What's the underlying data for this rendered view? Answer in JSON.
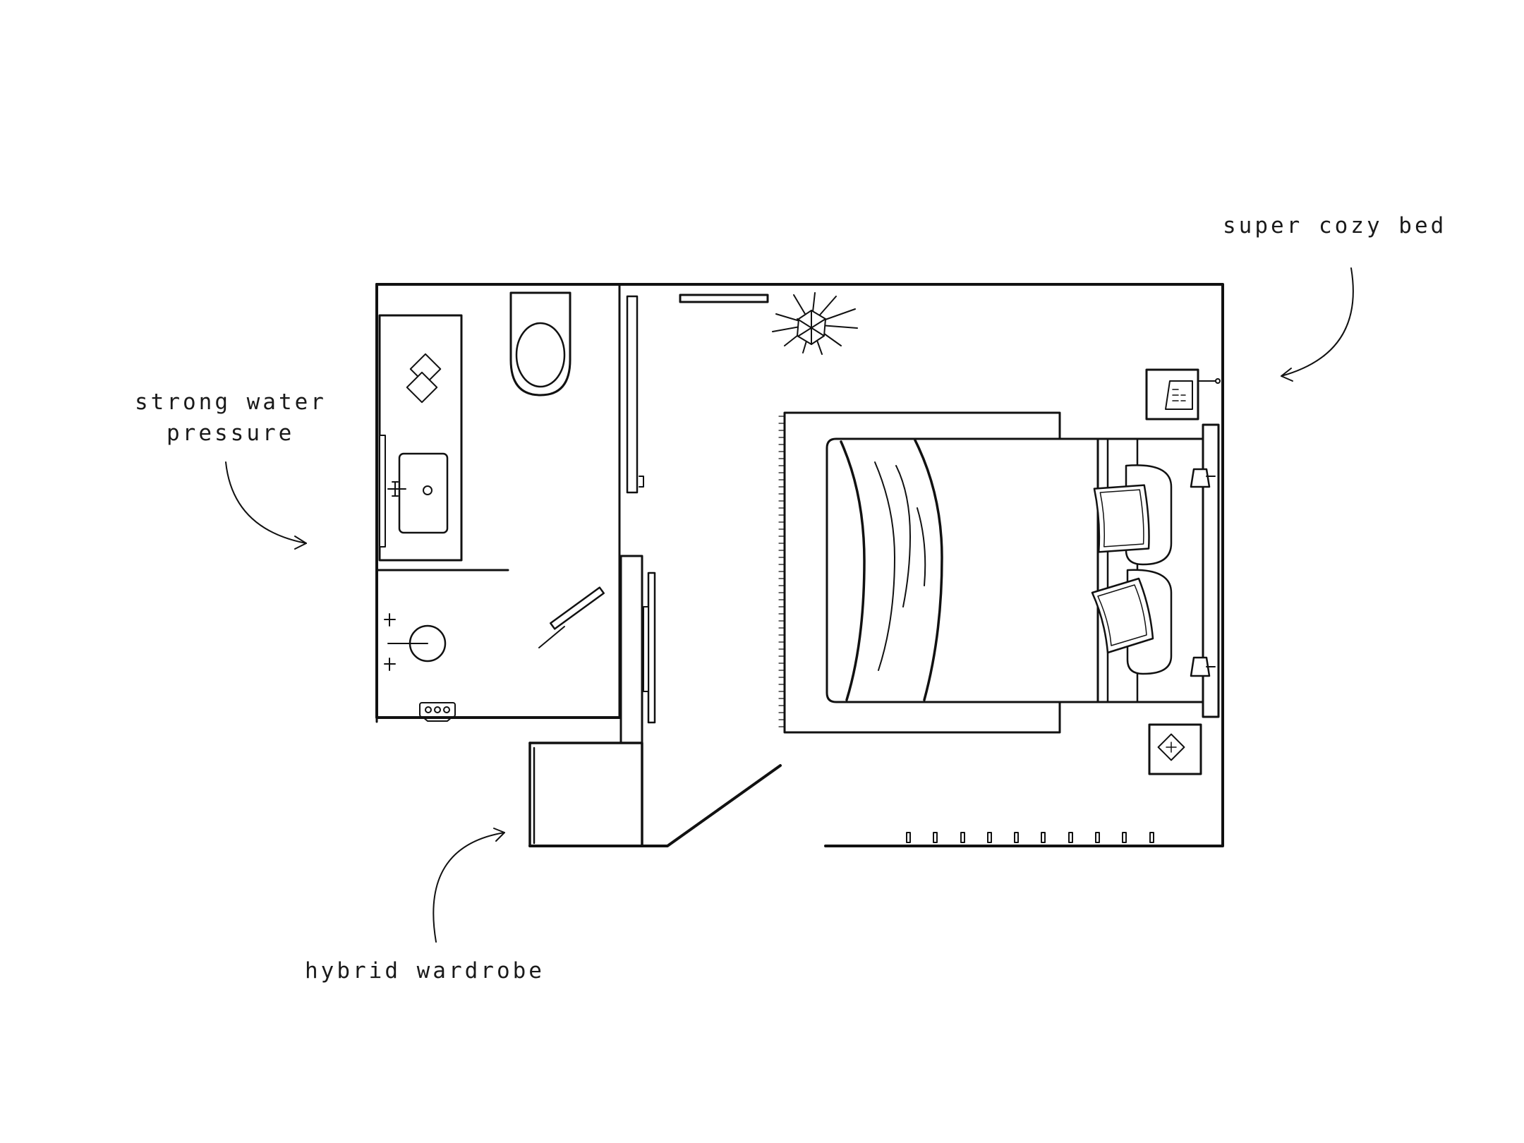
{
  "annotations": {
    "cozy_bed": "super cozy bed",
    "water_pressure_line1": "strong water",
    "water_pressure_line2": "pressure",
    "wardrobe": "hybrid wardrobe"
  },
  "colors": {
    "ink": "#111111",
    "background": "#ffffff"
  },
  "icons": [
    "arrow-icon",
    "plant-icon",
    "toilet-icon",
    "sink-icon",
    "shower-icon",
    "lamp-icon",
    "pillow-icon",
    "phone-icon"
  ]
}
